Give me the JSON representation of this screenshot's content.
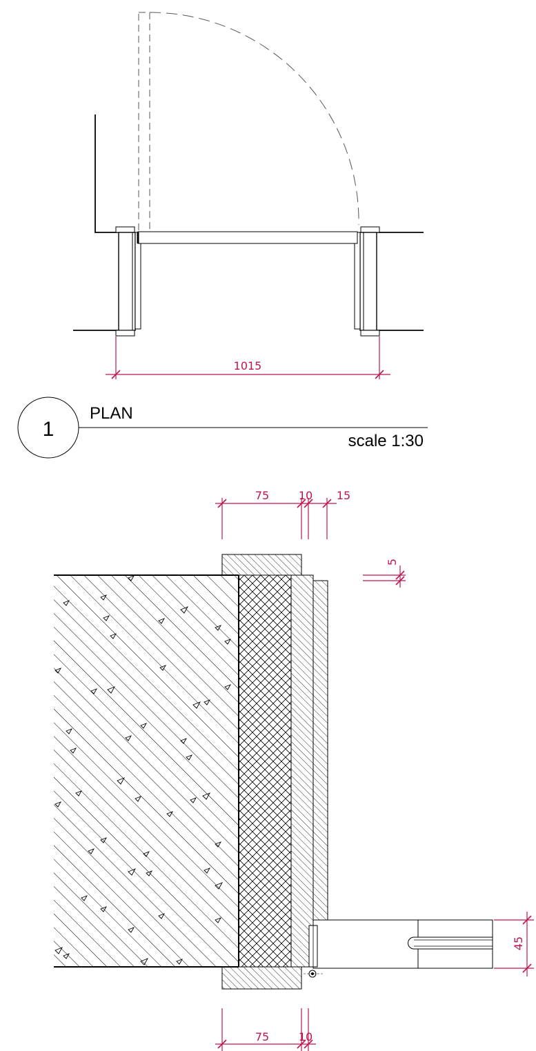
{
  "plan": {
    "dimension_width": "1015",
    "tag_number": "1",
    "title": "PLAN",
    "scale": "scale 1:30"
  },
  "detail": {
    "dims_top": [
      "75",
      "10",
      "15"
    ],
    "dim_reveal": "5",
    "dim_leaf": "45",
    "dims_bottom": [
      "75",
      "10"
    ]
  },
  "colors": {
    "dimension": "#c0144c",
    "line": "#000000",
    "dash": "#555555"
  }
}
